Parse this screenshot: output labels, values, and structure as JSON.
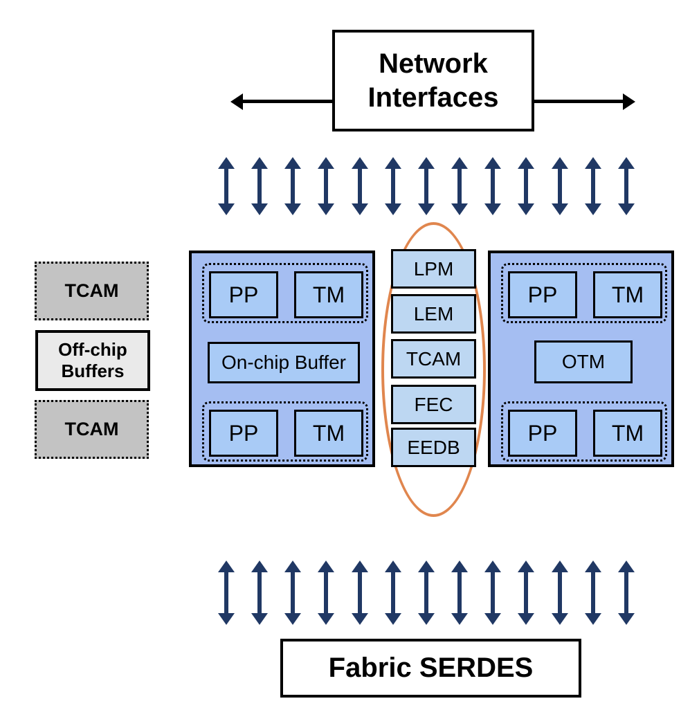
{
  "colors": {
    "arrow_navy": "#203864",
    "chip_fill": "#A5BEF2",
    "inner_fill": "#A9CBF6",
    "mem_fill": "#BDD7F2",
    "tcam_gray": "#C3C3C3",
    "offchip_gray": "#EAEAEA",
    "ellipse_orange": "#E0864E"
  },
  "network": {
    "label": "Network Interfaces"
  },
  "fabric": {
    "label": "Fabric SERDES"
  },
  "arrow_rows": {
    "network_count": 13,
    "fabric_count": 13
  },
  "left_column": {
    "tcam_top": "TCAM",
    "offchip": "Off-chip Buffers",
    "tcam_bottom": "TCAM"
  },
  "left_chip": {
    "top_pair": {
      "pp": "PP",
      "tm": "TM"
    },
    "middle": "On-chip Buffer",
    "bottom_pair": {
      "pp": "PP",
      "tm": "TM"
    }
  },
  "right_chip": {
    "top_pair": {
      "pp": "PP",
      "tm": "TM"
    },
    "middle": "OTM",
    "bottom_pair": {
      "pp": "PP",
      "tm": "TM"
    }
  },
  "memory_stack": [
    "LPM",
    "LEM",
    "TCAM",
    "FEC",
    "EEDB"
  ]
}
